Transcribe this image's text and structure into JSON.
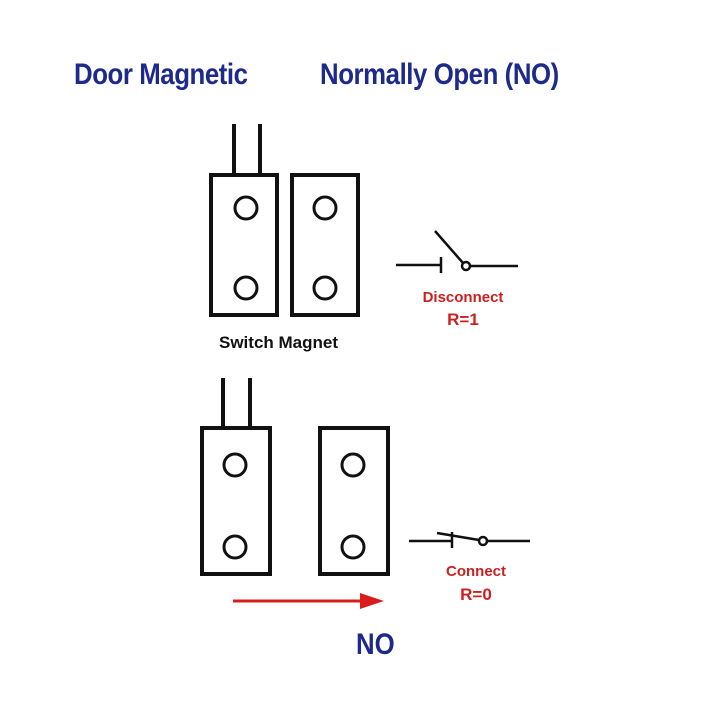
{
  "title_left": "Door Magnetic",
  "title_right": "Normally Open (NO)",
  "component_label": "Switch Magnet",
  "state_open": {
    "label": "Disconnect",
    "value": "R=1"
  },
  "state_closed": {
    "label": "Connect",
    "value": "R=0"
  },
  "bottom_label": "NO",
  "colors": {
    "title": "#1d2a8c",
    "state_text": "#cc1f1f",
    "arrow": "#d91c1c",
    "lines": "#111111"
  }
}
